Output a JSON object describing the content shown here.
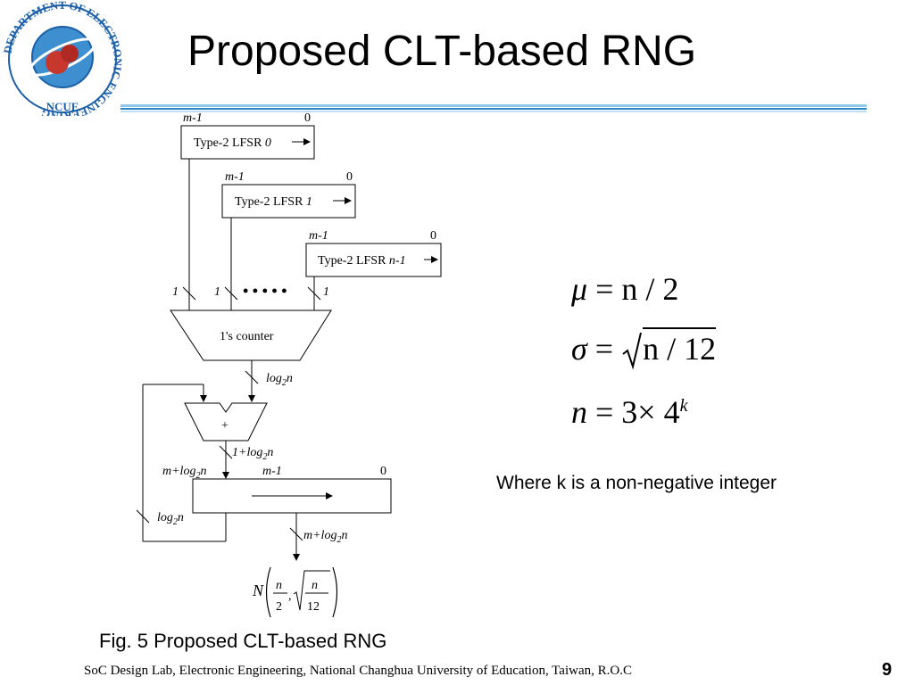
{
  "header": {
    "title": "Proposed CLT-based RNG",
    "logo": {
      "ring_text": "DEPARTMENT OF ELECTRONIC ENGINEERING",
      "short_name": "NCUE",
      "icon": "atom-globe-icon"
    }
  },
  "diagram": {
    "lfsrs": [
      {
        "label": "Type-2 LFSR",
        "index": "0",
        "msb": "m-1",
        "lsb": "0"
      },
      {
        "label": "Type-2 LFSR",
        "index": "1",
        "msb": "m-1",
        "lsb": "0"
      },
      {
        "label": "Type-2 LFSR",
        "index": "n-1",
        "msb": "m-1",
        "lsb": "0"
      }
    ],
    "bus_labels": [
      "1",
      "1",
      "1"
    ],
    "ellipsis": "• • • • •",
    "counter_label": "1's counter",
    "counter_out": "log",
    "counter_out_sub": "2",
    "counter_out_tail": "n",
    "adder_label": "+",
    "adder_out": "1+log",
    "adder_out_sub": "2",
    "adder_out_tail": "n",
    "register_in": "m+log",
    "register_in_sub": "2",
    "register_in_tail": "n",
    "register_msb": "m-1",
    "register_lsb": "0",
    "feedback_label": "log",
    "feedback_sub": "2",
    "feedback_tail": "n",
    "output_label": "m+log",
    "output_sub": "2",
    "output_tail": "n",
    "result_symbol": "N",
    "result_num1": "n",
    "result_den1": "2",
    "result_num2": "n",
    "result_den2": "12"
  },
  "equations": {
    "mu_lhs": "μ",
    "mu_rhs": "= n / 2",
    "sigma_lhs": "σ",
    "sigma_eq": "=",
    "sigma_radicand": "n / 12",
    "n_lhs": "n",
    "n_rhs": "= 3× 4",
    "n_exp": "k"
  },
  "note": "Where k is a non-negative integer",
  "caption": "Fig. 5 Proposed CLT-based RNG",
  "footer": {
    "text": "SoC Design Lab, Electronic Engineering, National Changhua University of Education, Taiwan, R.O.C",
    "page": "9"
  },
  "colors": {
    "logo_blue": "#1a5fa8",
    "logo_red": "#c8372d",
    "rule_blue": "#2f88c6"
  }
}
